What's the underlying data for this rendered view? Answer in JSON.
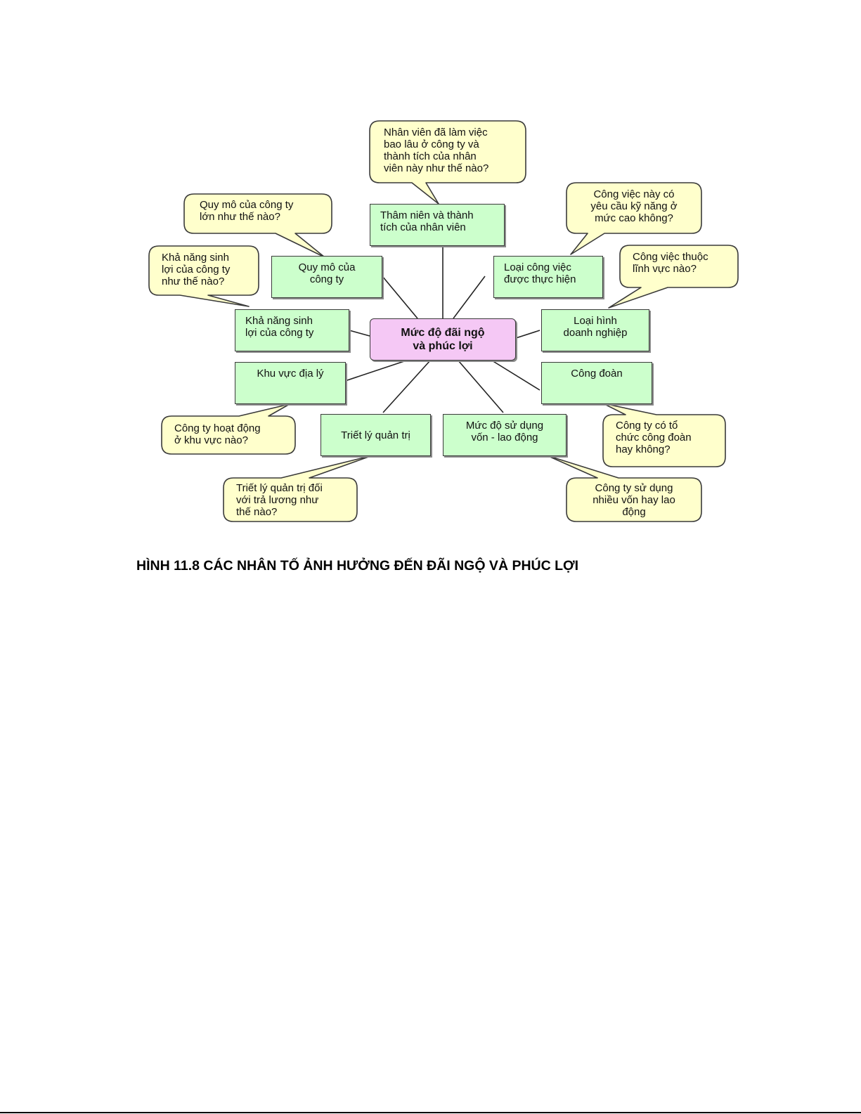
{
  "center": {
    "label": "Mức độ đãi ngộ\nvà phúc lợi"
  },
  "factors": {
    "seniority": "Thâm niên và thành\ntích của nhân viên",
    "company_size": "Quy mô của\ncông ty",
    "job_type": "Loại công việc\nđược thực hiện",
    "profitability": "Khả năng sinh\nlợi của công ty",
    "business_type": "Loại hình\ndoanh nghiệp",
    "geography": "Khu vực địa lý",
    "union": "Công đoàn",
    "management_philosophy": "Triết lý quản trị",
    "capital_labor": "Mức độ sử dụng\nvốn - lao động"
  },
  "questions": {
    "seniority": "Nhân viên đã làm việc\nbao lâu ở công ty và\nthành tích của nhân\nviên này như thế nào?",
    "company_size": "Quy mô của công ty\nlớn như thế nào?",
    "job_type": "Công việc này có\nyêu cầu kỹ năng ở\nmức cao không?",
    "profitability": "Khả năng sinh\nlợi của công ty\nnhư thế nào?",
    "business_type": "Công việc thuộc\nlĩnh vực nào?",
    "geography": "Công ty hoạt động\nở khu vực nào?",
    "union": "Công ty có tổ\nchức công đoàn\nhay không?",
    "management_philosophy": "Triết lý quản trị đối\nvới trả lương như\nthế nào?",
    "capital_labor": "Công ty sử dụng\nnhiều vốn hay lao\nđộng"
  },
  "caption": "HÌNH 11.8 CÁC NHÂN TỐ ẢNH HƯỞNG ĐẾN ĐÃI NGỘ VÀ PHÚC LỢI",
  "colors": {
    "center_fill": "#f5c8f5",
    "factor_fill": "#ccffcc",
    "bubble_fill": "#ffffcc"
  }
}
